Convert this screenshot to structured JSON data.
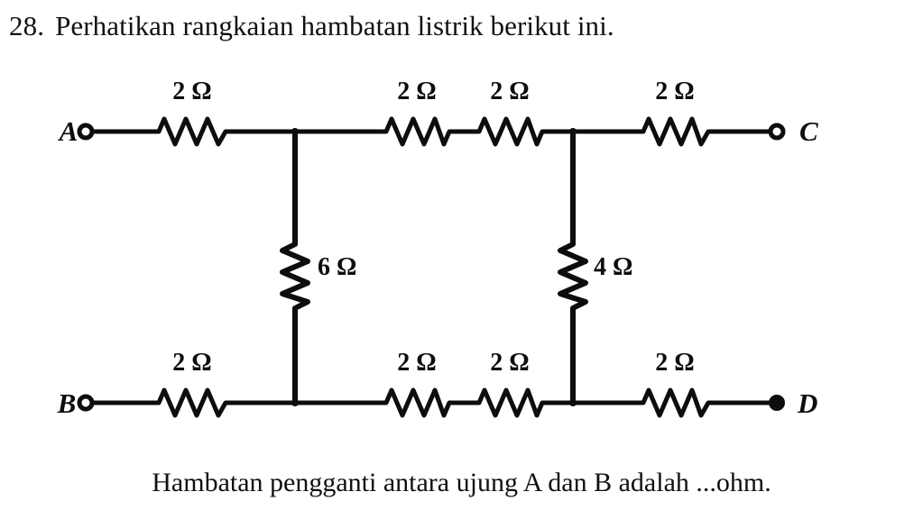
{
  "question": {
    "number": "28.",
    "text": "Perhatikan rangkaian hambatan listrik berikut ini."
  },
  "answer": {
    "text": "Hambatan pengganti antara ujung A dan B adalah ...ohm."
  },
  "circuit": {
    "colors": {
      "wire": "#0d0d0d",
      "background": "#ffffff",
      "text": "#0d0d0d"
    },
    "terminals": [
      {
        "id": "A",
        "label": "A",
        "position": "top-left"
      },
      {
        "id": "C",
        "label": "C",
        "position": "top-right"
      },
      {
        "id": "B",
        "label": "B",
        "position": "bottom-left"
      },
      {
        "id": "D",
        "label": "D",
        "position": "bottom-right"
      }
    ],
    "resistors": {
      "top": [
        {
          "id": "R1",
          "label": "2 Ω",
          "value": 2,
          "unit": "Ω",
          "orientation": "horizontal"
        },
        {
          "id": "R2",
          "label": "2 Ω",
          "value": 2,
          "unit": "Ω",
          "orientation": "horizontal"
        },
        {
          "id": "R3",
          "label": "2 Ω",
          "value": 2,
          "unit": "Ω",
          "orientation": "horizontal"
        },
        {
          "id": "R4",
          "label": "2 Ω",
          "value": 2,
          "unit": "Ω",
          "orientation": "horizontal"
        }
      ],
      "vertical": [
        {
          "id": "R9",
          "label": "6 Ω",
          "value": 6,
          "unit": "Ω",
          "orientation": "vertical"
        },
        {
          "id": "R10",
          "label": "4 Ω",
          "value": 4,
          "unit": "Ω",
          "orientation": "vertical"
        }
      ],
      "bottom": [
        {
          "id": "R5",
          "label": "2 Ω",
          "value": 2,
          "unit": "Ω",
          "orientation": "horizontal"
        },
        {
          "id": "R6",
          "label": "2 Ω",
          "value": 2,
          "unit": "Ω",
          "orientation": "horizontal"
        },
        {
          "id": "R7",
          "label": "2 Ω",
          "value": 2,
          "unit": "Ω",
          "orientation": "horizontal"
        },
        {
          "id": "R8",
          "label": "2 Ω",
          "value": 2,
          "unit": "Ω",
          "orientation": "horizontal"
        }
      ]
    }
  }
}
